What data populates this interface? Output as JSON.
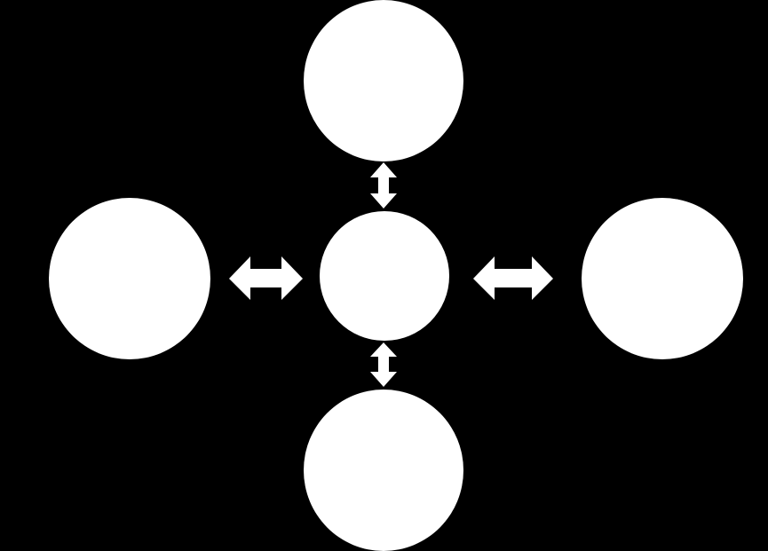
{
  "colors": {
    "background": "#000000",
    "shape_fill": "#ffffff"
  },
  "diagram": {
    "type": "hub-and-spoke",
    "hub": {
      "label": ""
    },
    "nodes": [
      {
        "position": "top",
        "label": ""
      },
      {
        "position": "left",
        "label": ""
      },
      {
        "position": "right",
        "label": ""
      },
      {
        "position": "bottom",
        "label": ""
      }
    ],
    "connectors": [
      {
        "between": [
          "hub",
          "top"
        ],
        "direction": "bidirectional"
      },
      {
        "between": [
          "hub",
          "left"
        ],
        "direction": "bidirectional"
      },
      {
        "between": [
          "hub",
          "right"
        ],
        "direction": "bidirectional"
      },
      {
        "between": [
          "hub",
          "bottom"
        ],
        "direction": "bidirectional"
      }
    ]
  }
}
